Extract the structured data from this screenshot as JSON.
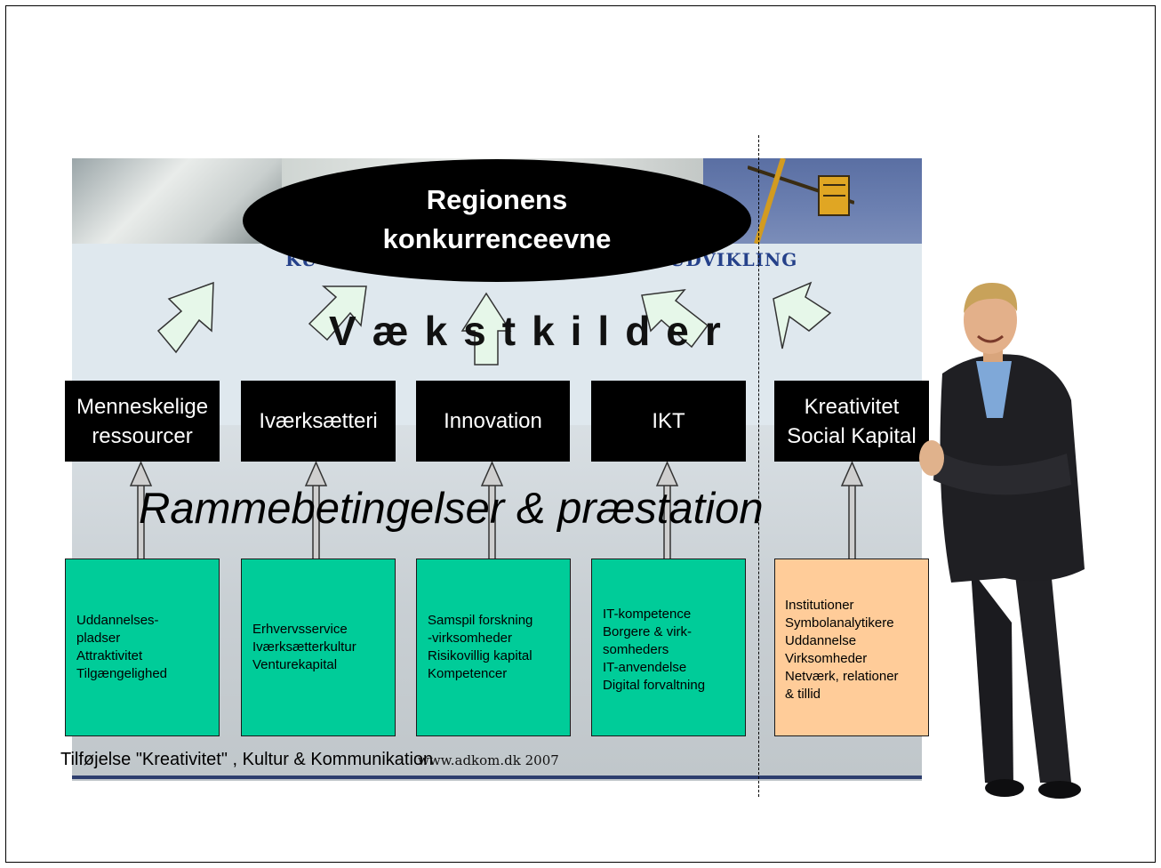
{
  "title": {
    "line1": "Regionens",
    "line2": "konkurrenceevne"
  },
  "banner_text": "KU                                        OG BYUDVIKLING",
  "heading_vaekstkilder": "Vækstkilder",
  "heading_ramme": "Rammebetingelser & præstation",
  "growth_sources": [
    {
      "label": "Menneskelige ressourcer",
      "line1": "Menneskelige",
      "line2": "ressourcer"
    },
    {
      "label": "Iværksætteri",
      "line1": "Iværksætteri",
      "line2": ""
    },
    {
      "label": "Innovation",
      "line1": "Innovation",
      "line2": ""
    },
    {
      "label": "IKT",
      "line1": "IKT",
      "line2": ""
    },
    {
      "label": "Kreativitet Social Kapital",
      "line1": "Kreativitet",
      "line2": "Social Kapital"
    }
  ],
  "conditions": [
    {
      "text": "Uddannelses-\npladser\nAttraktivitet\nTilgængelighed"
    },
    {
      "text": "Erhvervsservice\nIværksætterkultur\nVenturekapital"
    },
    {
      "text": "Samspil forskning\n-virksomheder\nRisikovillig kapital\nKompetencer"
    },
    {
      "text": "IT-kompetence\nBorgere & virk-\nsomheders\nIT-anvendelse\nDigital forvaltning"
    },
    {
      "text": "Institutioner\nSymbolanalytikere\nUddannelse\nVirksomheder\nNetværk, relationer\n& tillid"
    }
  ],
  "footnote": "Tilføjelse \"Kreativitet\" , Kultur & Kommunikation",
  "source_url": "www.adkom.dk 2007",
  "colors": {
    "green_box": "#00cc99",
    "orange_box": "#ffcc99",
    "black_box": "#000000",
    "arrow_fill": "#e6f7e9"
  },
  "icons": [
    "up-arrow-icon",
    "person-photo"
  ]
}
